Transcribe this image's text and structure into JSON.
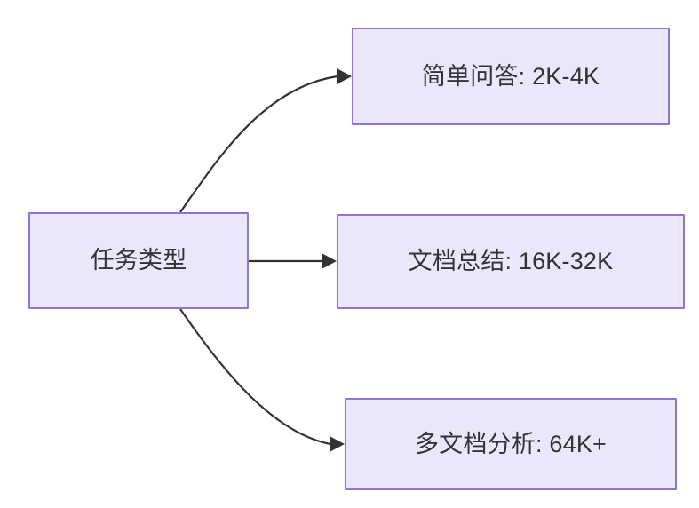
{
  "diagram": {
    "type": "flowchart",
    "direction": "left-to-right",
    "background_color": "#ffffff",
    "node_fill_color": "#eae7fb",
    "node_border_color": "#9173d8",
    "node_text_color": "#333333",
    "edge_color": "#333333",
    "source_node": {
      "id": "task-type",
      "label": "任务类型"
    },
    "targets": [
      {
        "id": "simple-qa",
        "label": "简单问答: 2K-4K",
        "task": "简单问答",
        "range": "2K-4K",
        "edge_style": "curved-up"
      },
      {
        "id": "doc-summary",
        "label": "文档总结: 16K-32K",
        "task": "文档总结",
        "range": "16K-32K",
        "edge_style": "straight"
      },
      {
        "id": "multi-doc-analysis",
        "label": "多文档分析: 64K+",
        "task": "多文档分析",
        "range": "64K+",
        "edge_style": "curved-down"
      }
    ]
  }
}
